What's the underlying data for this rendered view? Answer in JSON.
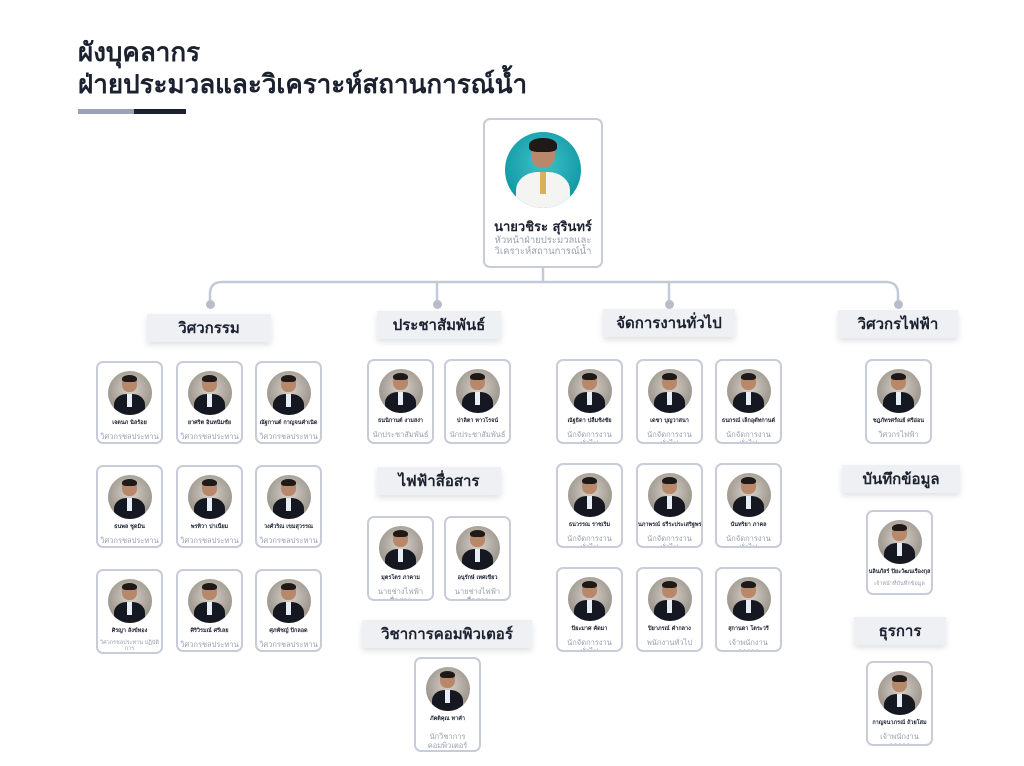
{
  "title": {
    "line1": "ผังบุคลากร",
    "line2": "ฝ่ายประมวลและวิเคราะห์สถานการณ์น้ำ"
  },
  "head": {
    "name": "นายวชิระ สุรินทร์",
    "position": "หัวหน้าฝ่ายประมวลและ วิเคราะห์สถานการณ์น้ำ"
  },
  "departments": [
    {
      "label": "วิศวกรรม",
      "members": [
        {
          "name": "เจตนภ นิลร้อย",
          "position": "วิศวกรชลประทาน"
        },
        {
          "name": "ยาศริต อินทนิมชัย",
          "position": "วิศวกรชลประทาน"
        },
        {
          "name": "ณัฐกานต์ กาญจนคำเนิด",
          "position": "วิศวกรชลประทาน"
        },
        {
          "name": "ธนพล ชูดมิน",
          "position": "วิศวกรชลประทาน"
        },
        {
          "name": "พรทิวา ปาเนี้ยม",
          "position": "วิศวกรชลประทาน"
        },
        {
          "name": "วงศ์วริณ เขมสุวรรณ",
          "position": "วิศวกรชลประทาน"
        },
        {
          "name": "ศิรญา ลังข์ทอง",
          "position": "วิศวกรชลประทาน ปฏิบัติการ"
        },
        {
          "name": "ศิริวิรมณ์ ศรีเลย",
          "position": "วิศวกรชลประทาน"
        },
        {
          "name": "ศุภพัชญ์ ปิกลอด",
          "position": "วิศวกรชลประทาน"
        }
      ]
    },
    {
      "label": "ประชาสัมพันธ์",
      "members": [
        {
          "name": "ธนนิกานต์ งามสง่า",
          "position": "นักประชาสัมพันธ์"
        },
        {
          "name": "ปาลิตา ทาวโรจน์",
          "position": "นักประชาสัมพันธ์"
        }
      ]
    },
    {
      "label": "ไฟฟ้าสื่อสาร",
      "members": [
        {
          "name": "มุตรโตร ภาคาม",
          "position": "นายช่างไฟฟ้าสื่อสาร"
        },
        {
          "name": "อนุรักษ์ เทศเขียว",
          "position": "นายช่างไฟฟ้าสื่อสาร"
        }
      ]
    },
    {
      "label": "วิชาการคอมพิวเตอร์",
      "members": [
        {
          "name": "ภัคติคุณ ทาคำ",
          "position": "นักวิชาการ คอมพิวเตอร์"
        }
      ]
    },
    {
      "label": "จัดการงานทั่วไป",
      "members": [
        {
          "name": "ณัฐธิดา ปลื้มชิงชัย",
          "position": "นักจัดการงานทั่วไป"
        },
        {
          "name": "เดชา บุญวาสนา",
          "position": "นักจัดการงานทั่วไป"
        },
        {
          "name": "ธนกรณ์ เล็กอุตัทกานต์",
          "position": "นักจัดการงานทั่วไป"
        },
        {
          "name": "ธนวรรณ ราชเริ่ม",
          "position": "นักจัดการงานทั่วไป"
        },
        {
          "name": "นภาพรณ์ ธรีระประเสริฐพร",
          "position": "นักจัดการงานทั่วไป"
        },
        {
          "name": "นันทริยา ภาคล",
          "position": "นักจัดการงานทั่วไป"
        },
        {
          "name": "ปิยะมาศ คัดมา",
          "position": "นักจัดการงานทั่วไป"
        },
        {
          "name": "ปิยาภรณ์ คำกลาง",
          "position": "พนักงานทั่วไป"
        },
        {
          "name": "สุกานดา โตระวรี",
          "position": "เจ้าพนักงานธุรการ"
        }
      ]
    },
    {
      "label": "วิศวกรไฟฟ้า",
      "members": [
        {
          "name": "ชฎภัทรศรัณย์ ศรีอ่อน",
          "position": "วิศวกรไฟฟ้า"
        }
      ]
    },
    {
      "label": "บันทึกข้อมูล",
      "members": [
        {
          "name": "นลินภัสร์ ปิยะวัฒนเรืองกุล",
          "position": "เจ้าหน้าที่บันทึกข้อมูล"
        }
      ]
    },
    {
      "label": "ธุรการ",
      "members": [
        {
          "name": "กาญจนาภรณ์ ถ้วยโสม",
          "position": "เจ้าพนักงานธุรการ"
        }
      ]
    }
  ]
}
